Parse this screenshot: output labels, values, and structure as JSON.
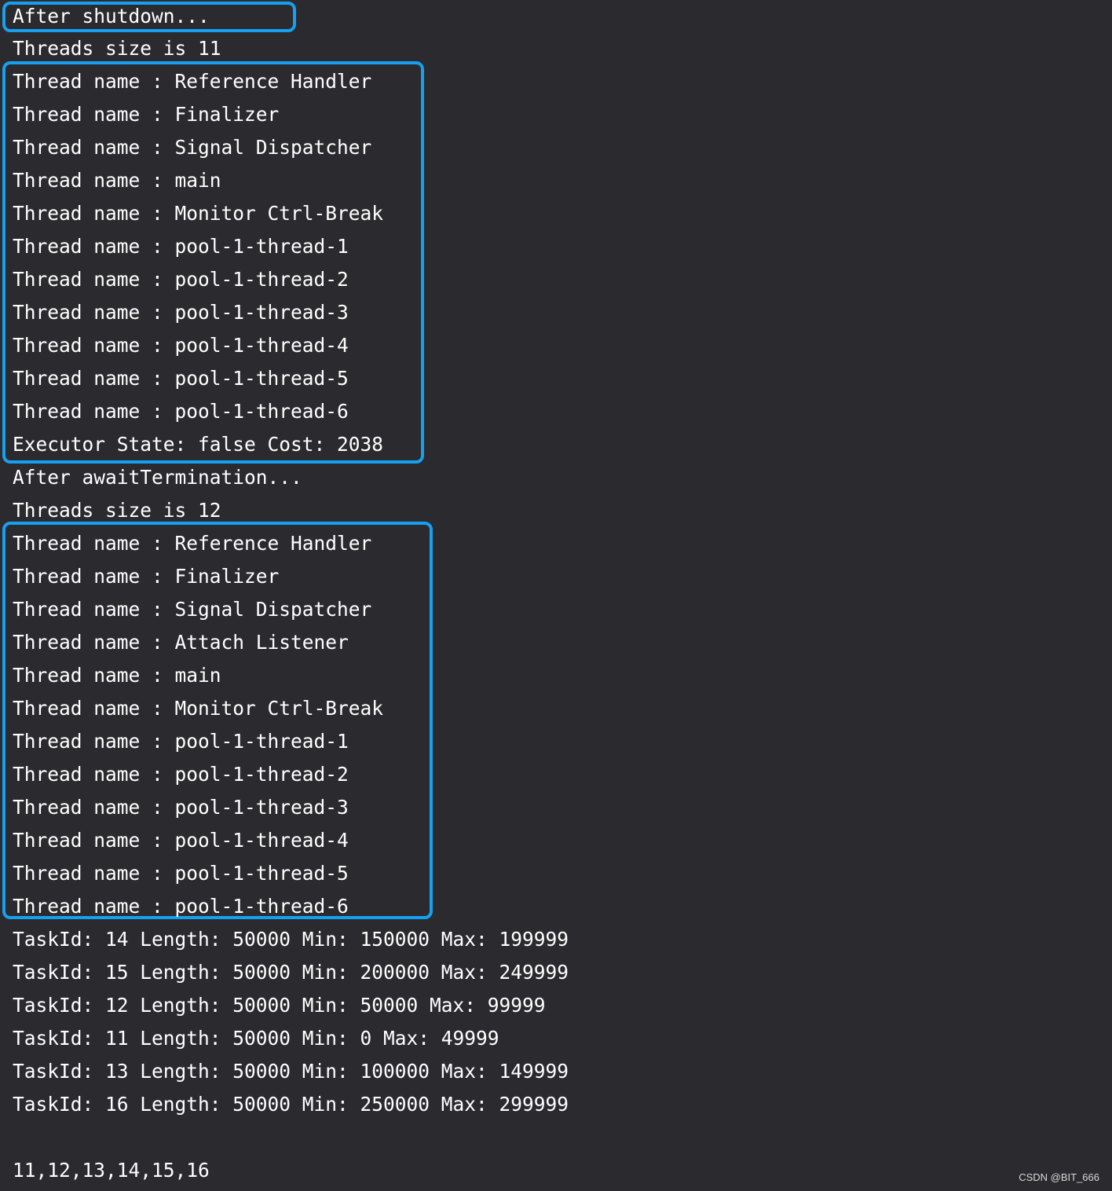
{
  "console": {
    "lines": [
      "After shutdown...",
      "Threads size is 11",
      "Thread name : Reference Handler",
      "Thread name : Finalizer",
      "Thread name : Signal Dispatcher",
      "Thread name : main",
      "Thread name : Monitor Ctrl-Break",
      "Thread name : pool-1-thread-1",
      "Thread name : pool-1-thread-2",
      "Thread name : pool-1-thread-3",
      "Thread name : pool-1-thread-4",
      "Thread name : pool-1-thread-5",
      "Thread name : pool-1-thread-6",
      "Executor State: false Cost: 2038",
      "After awaitTermination...",
      "Threads size is 12",
      "Thread name : Reference Handler",
      "Thread name : Finalizer",
      "Thread name : Signal Dispatcher",
      "Thread name : Attach Listener",
      "Thread name : main",
      "Thread name : Monitor Ctrl-Break",
      "Thread name : pool-1-thread-1",
      "Thread name : pool-1-thread-2",
      "Thread name : pool-1-thread-3",
      "Thread name : pool-1-thread-4",
      "Thread name : pool-1-thread-5",
      "Thread name : pool-1-thread-6",
      "TaskId: 14 Length: 50000 Min: 150000 Max: 199999",
      "TaskId: 15 Length: 50000 Min: 200000 Max: 249999",
      "TaskId: 12 Length: 50000 Min: 50000 Max: 99999",
      "TaskId: 11 Length: 50000 Min: 0 Max: 49999",
      "TaskId: 13 Length: 50000 Min: 100000 Max: 149999",
      "TaskId: 16 Length: 50000 Min: 250000 Max: 299999",
      "",
      "11,12,13,14,15,16"
    ],
    "highlight_color": "#18a0f0",
    "text_color": "#ffffff",
    "background_color": "#2b2a2e"
  },
  "watermark": "CSDN @BIT_666"
}
